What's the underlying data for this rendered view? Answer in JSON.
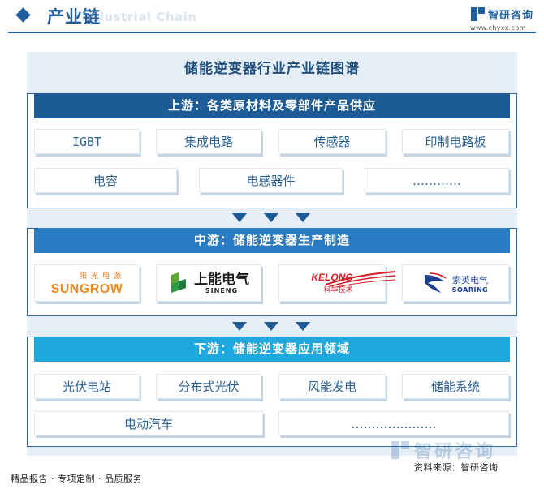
{
  "header": {
    "title": "产业链",
    "title_en": "Industrial Chain",
    "brand": "智研咨询",
    "url": "www.chyxx.com"
  },
  "main_title": "储能逆变器行业产业链图谱",
  "upstream": {
    "title": "上游：各类原材料及零部件产品供应",
    "row1": [
      "IGBT",
      "集成电路",
      "传感器",
      "印制电路板"
    ],
    "row2": [
      "电容",
      "电感器件",
      "…………"
    ]
  },
  "midstream": {
    "title": "中游：储能逆变器生产制造",
    "logos": {
      "sungrow_cn": "阳光电源",
      "sungrow_en": "SUNGROW",
      "sineng_cn": "上能电气",
      "sineng_en": "SINENG",
      "kelong_en": "KELONG",
      "kelong_cn": "科华技术",
      "soaring_cn": "索英电气",
      "soaring_en": "SOARING"
    }
  },
  "downstream": {
    "title": "下游：储能逆变器应用领域",
    "row1": [
      "光伏电站",
      "分布式光伏",
      "风能发电",
      "储能系统"
    ],
    "row2": [
      "电动汽车",
      "…………………"
    ]
  },
  "footer": {
    "left": "精品报告 · 专项定制 · 品质服务",
    "source": "资料来源：智研咨询"
  },
  "watermark": "智研咨询",
  "colors": {
    "primary": "#1f5d9c",
    "upstream_bar": "#1c5b96",
    "midstream_bar": "#2a7cc2",
    "downstream_bar": "#1fa8de",
    "panel_bg": "#e5eef7"
  }
}
